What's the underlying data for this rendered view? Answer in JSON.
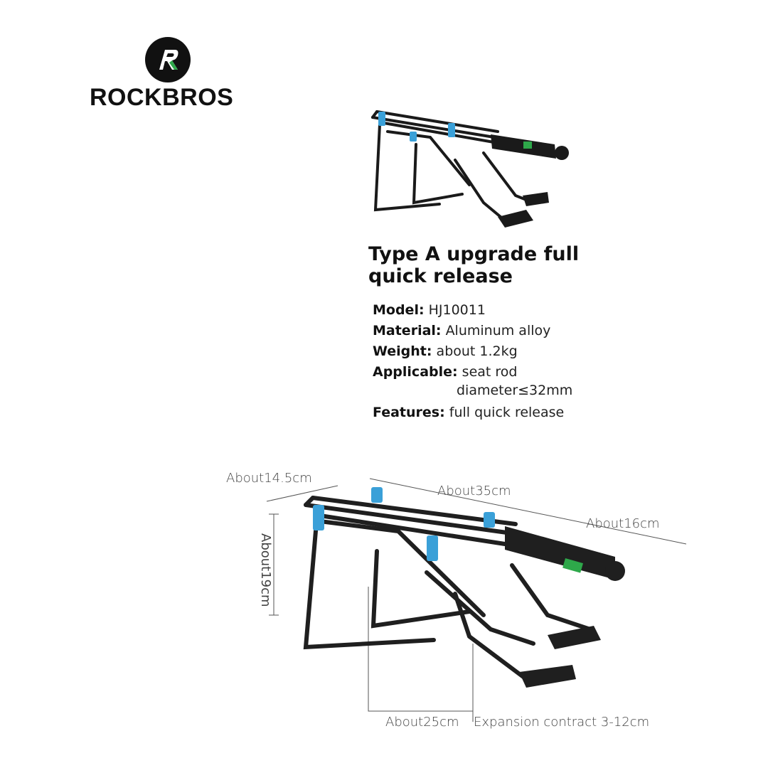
{
  "brand": {
    "name": "ROCKBROS",
    "logo_letter": "R",
    "logo_color": "#111111",
    "accent_color": "#2ea84a"
  },
  "product": {
    "title_line1": "Type A upgrade full",
    "title_line2": "quick release",
    "specs": [
      {
        "key": "Model:",
        "value": "HJ10011"
      },
      {
        "key": "Material:",
        "value": "Aluminum alloy"
      },
      {
        "key": "Weight:",
        "value": "about 1.2kg"
      },
      {
        "key": "Applicable:",
        "value": "seat rod",
        "value_cont": "diameter≤32mm"
      },
      {
        "key": "Features:",
        "value": "full quick release"
      }
    ]
  },
  "dimensions": {
    "width": "About14.5cm",
    "length": "About35cm",
    "post": "About16cm",
    "height": "About19cm",
    "bottom_length": "About25cm",
    "expansion": "Expansion contract 3-12cm"
  },
  "colors": {
    "rack": "#1a1a1a",
    "clip": "#3aa0d8"
  }
}
